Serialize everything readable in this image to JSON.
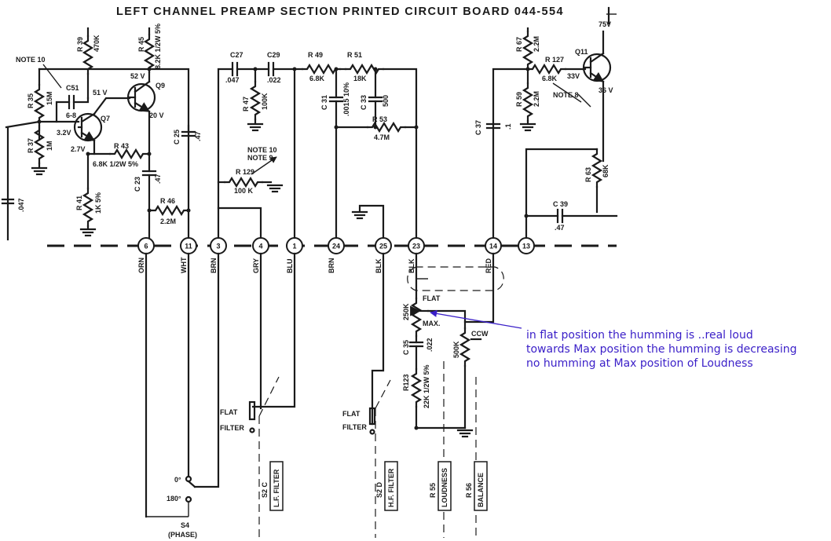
{
  "title": "LEFT CHANNEL PREAMP SECTION PRINTED CIRCUIT BOARD 044-554",
  "components": {
    "R39": {
      "ref": "R 39",
      "val": "470K"
    },
    "R45": {
      "ref": "R 45",
      "val": "8.2K 1/2W 5%"
    },
    "R35": {
      "ref": "R 35",
      "val": "15M"
    },
    "C51": {
      "ref": "C51",
      "val": "6-8"
    },
    "R37": {
      "ref": "R 37",
      "val": "1M"
    },
    "Q7": {
      "ref": "Q7"
    },
    "Q9": {
      "ref": "Q9"
    },
    "R43": {
      "ref": "R 43",
      "val": "6.8K 1/2W 5%"
    },
    "C23": {
      "ref": "C 23",
      "val": ".47"
    },
    "C25": {
      "ref": "C 25",
      "val": ".47"
    },
    "R41": {
      "ref": "R 41",
      "val": "1K 5%"
    },
    "R46": {
      "ref": "R 46",
      "val": "2.2M"
    },
    "C27": {
      "ref": "C27",
      "val": ".047"
    },
    "C29": {
      "ref": "C29",
      "val": ".022"
    },
    "R47": {
      "ref": "R 47",
      "val": "100K"
    },
    "R49": {
      "ref": "R 49",
      "val": "6.8K"
    },
    "R51": {
      "ref": "R 51",
      "val": "18K"
    },
    "C31": {
      "ref": "C 31",
      "val": ".0015 10%"
    },
    "C33": {
      "ref": "C 33",
      "val": "500"
    },
    "R53": {
      "ref": "R 53",
      "val": "4.7M"
    },
    "R129": {
      "ref": "R 129",
      "val": "100 K"
    },
    "R67": {
      "ref": "R 67",
      "val": "2.2M"
    },
    "R127": {
      "ref": "R 127",
      "val": "6.8K"
    },
    "Q11": {
      "ref": "Q11"
    },
    "R59": {
      "ref": "R 59",
      "val": "2.2M"
    },
    "C37": {
      "ref": "C 37",
      "val": ".1"
    },
    "R63": {
      "ref": "R 63",
      "val": "68K"
    },
    "C39": {
      "ref": "C 39",
      "val": ".47"
    },
    "C35": {
      "ref": "C 35",
      "val": ".022"
    },
    "R123": {
      "ref": "R123",
      "val": "22K 1/2W 5%"
    },
    "R55_pot": {
      "val": "250K"
    },
    "R56_pot": {
      "val": "500K"
    },
    "C047": {
      "val": ".047"
    }
  },
  "notes": {
    "note10_a": "NOTE 10",
    "note10_b": "NOTE 10",
    "note9": "NOTE 9",
    "note8": "NOTE 8"
  },
  "voltages": {
    "v51": "51 V",
    "v52": "52 V",
    "v20": "20 V",
    "v32": "3.2V",
    "v27": "2.7V",
    "v75": "75V",
    "v33": "33V",
    "v36": "36 V"
  },
  "terminals": [
    {
      "num": "6",
      "wire": "ORN"
    },
    {
      "num": "11",
      "wire": "WHT"
    },
    {
      "num": "3",
      "wire": "BRN"
    },
    {
      "num": "4",
      "wire": "GRY"
    },
    {
      "num": "1",
      "wire": "BLU"
    },
    {
      "num": "24",
      "wire": "BRN"
    },
    {
      "num": "25",
      "wire": "BLK"
    },
    {
      "num": "23",
      "wire": "BLK"
    },
    {
      "num": "14",
      "wire": "RED"
    },
    {
      "num": "13",
      "wire": ""
    }
  ],
  "switches": {
    "flat1": "FLAT",
    "filter1": "FILTER",
    "flat2": "FLAT",
    "filter2": "FILTER",
    "deg0": "0°",
    "deg180": "180°",
    "s4": "S4",
    "phase": "(PHASE)",
    "pot_flat": "FLAT",
    "pot_max": "MAX.",
    "ccw": "CCW"
  },
  "controls": [
    {
      "ref": "S2 C",
      "label": "L.F. FILTER"
    },
    {
      "ref": "S2 D",
      "label": "H.F. FILTER"
    },
    {
      "ref": "R 55",
      "label": "LOUDNESS"
    },
    {
      "ref": "R 56",
      "label": "BALANCE"
    }
  ],
  "annotation": {
    "line1": "in flat position the humming is ..real loud",
    "line2": "towards Max position the humming is decreasing",
    "line3": "no humming at Max position of Loudness",
    "color": "#3a1fc8"
  }
}
